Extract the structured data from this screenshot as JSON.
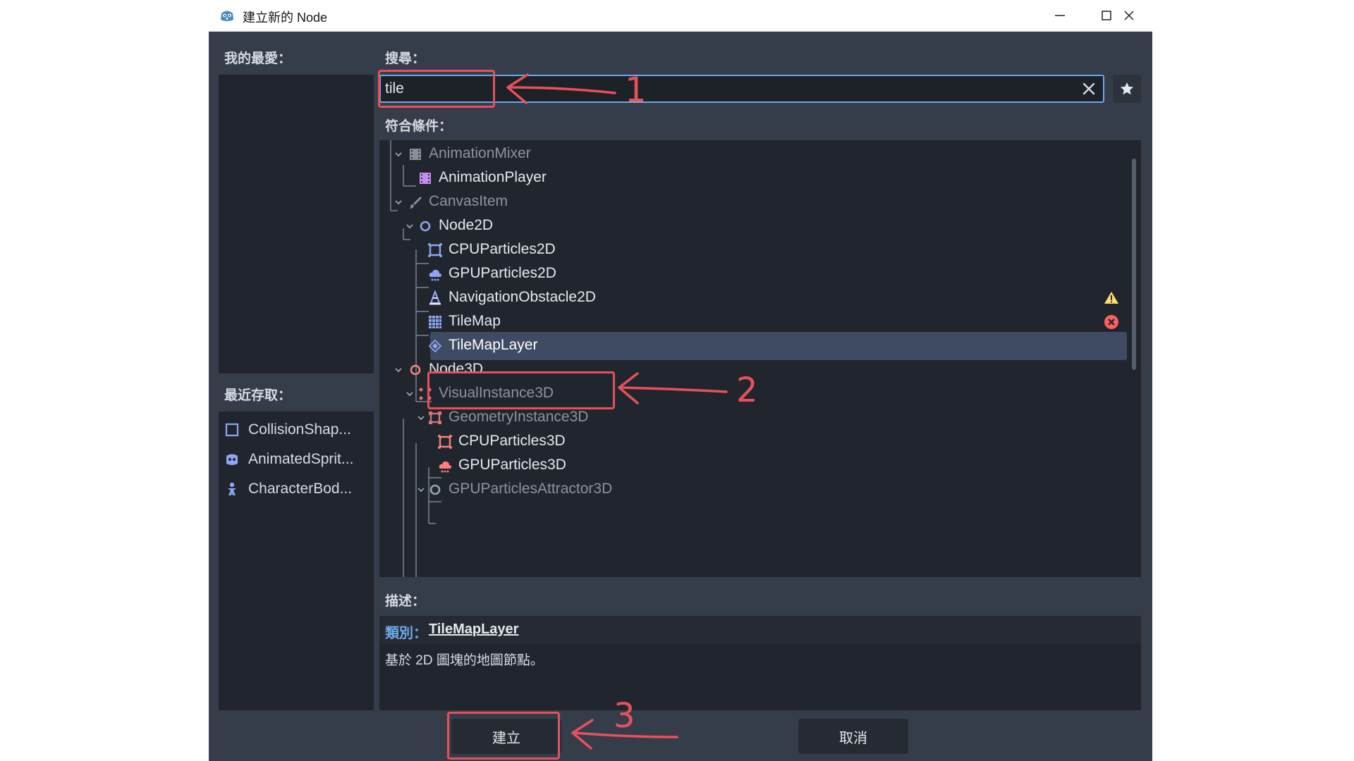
{
  "window": {
    "title": "建立新的 Node",
    "colors": {
      "bg": "#363d4a",
      "panel": "#21262e",
      "accent": "#6fa9ea",
      "annotation": "#e8505b"
    }
  },
  "favorites": {
    "label": "我的最愛："
  },
  "recent": {
    "label": "最近存取：",
    "items": [
      {
        "label": "CollisionShap...",
        "icon": "collision-shape-icon"
      },
      {
        "label": "AnimatedSprit...",
        "icon": "animated-sprite-icon"
      },
      {
        "label": "CharacterBod...",
        "icon": "character-body-icon"
      }
    ]
  },
  "search": {
    "label": "搜尋：",
    "value": "tile"
  },
  "matches": {
    "label": "符合條件：",
    "items": [
      {
        "label": "AnimationMixer",
        "depth": 0,
        "dim": true,
        "icon": "animation-mixer-icon",
        "expanded": true
      },
      {
        "label": "AnimationPlayer",
        "depth": 1,
        "dim": false,
        "icon": "animation-player-icon"
      },
      {
        "label": "CanvasItem",
        "depth": 0,
        "dim": true,
        "icon": "canvas-item-icon",
        "expanded": true
      },
      {
        "label": "Node2D",
        "depth": 1,
        "dim": false,
        "icon": "node2d-icon",
        "expanded": true
      },
      {
        "label": "CPUParticles2D",
        "depth": 2,
        "dim": false,
        "icon": "cpu-particles-2d-icon"
      },
      {
        "label": "GPUParticles2D",
        "depth": 2,
        "dim": false,
        "icon": "gpu-particles-2d-icon"
      },
      {
        "label": "NavigationObstacle2D",
        "depth": 2,
        "dim": false,
        "icon": "navigation-obstacle-2d-icon",
        "status": "warning"
      },
      {
        "label": "TileMap",
        "depth": 2,
        "dim": false,
        "icon": "tilemap-icon",
        "status": "error"
      },
      {
        "label": "TileMapLayer",
        "depth": 2,
        "dim": false,
        "icon": "tilemap-layer-icon",
        "selected": true
      },
      {
        "label": "Node3D",
        "depth": 0,
        "dim": false,
        "icon": "node3d-icon",
        "expanded": true
      },
      {
        "label": "VisualInstance3D",
        "depth": 1,
        "dim": true,
        "icon": "visual-instance-3d-icon",
        "expanded": true
      },
      {
        "label": "GeometryInstance3D",
        "depth": 2,
        "dim": true,
        "icon": "geometry-instance-3d-icon",
        "expanded": true
      },
      {
        "label": "CPUParticles3D",
        "depth": 3,
        "dim": false,
        "icon": "cpu-particles-3d-icon"
      },
      {
        "label": "GPUParticles3D",
        "depth": 3,
        "dim": false,
        "icon": "gpu-particles-3d-icon"
      },
      {
        "label": "GPUParticlesAttractor3D",
        "depth": 2,
        "dim": true,
        "icon": "gpu-particles-attractor-3d-icon",
        "expanded": true
      }
    ]
  },
  "description": {
    "label": "描述：",
    "class_prefix": "類別：",
    "class_name": "TileMapLayer",
    "text": "基於 2D 圖塊的地圖節點。"
  },
  "buttons": {
    "create": "建立",
    "cancel": "取消"
  },
  "annotations": [
    "1",
    "2",
    "3"
  ]
}
